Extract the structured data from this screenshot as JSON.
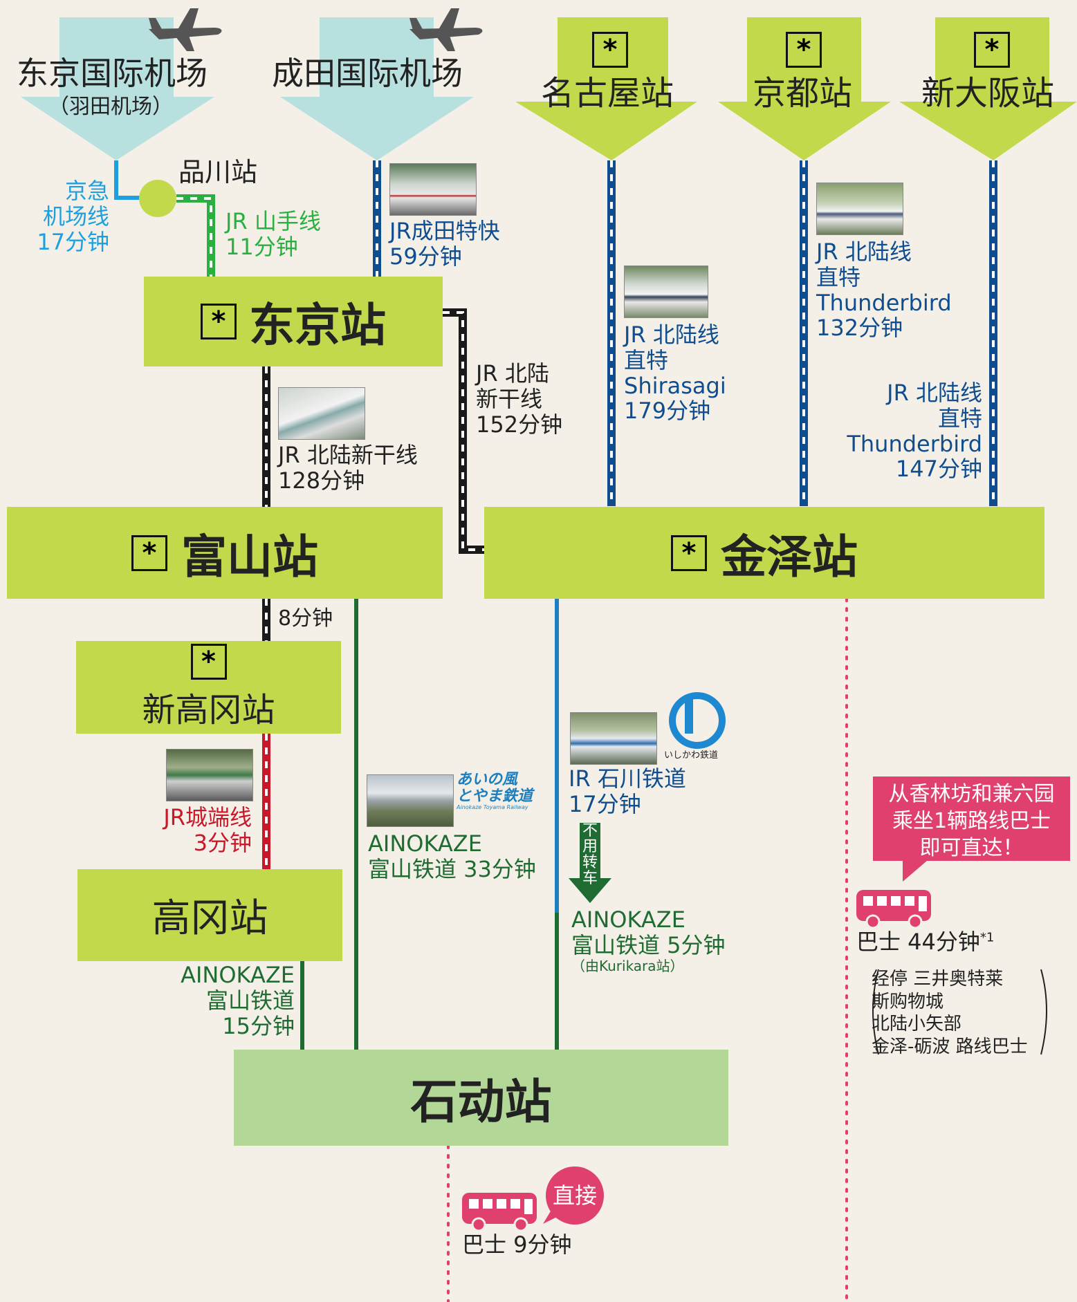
{
  "colors": {
    "background": "#f4f0e8",
    "station_green": "#c3d94c",
    "destination_green": "#b2d796",
    "airport_blue": "#b8e0df",
    "jr_blue": "#0f4d8f",
    "keikyu_blue": "#1ea0e0",
    "yamanote_green": "#2ab040",
    "shinkansen_black": "#1a1a1a",
    "johana_red": "#c8182a",
    "ainokaze_green": "#1f6b32",
    "ir_blue": "#1e7fc0",
    "bus_pink": "#e0406e"
  },
  "icons": {
    "plane": "airplane-icon",
    "bus": "bus-icon",
    "station_mark": "asterisk-box-icon"
  },
  "origins": {
    "haneda": {
      "name": "东京国际机场",
      "sub": "（羽田机场）"
    },
    "narita": {
      "name": "成田国际机场"
    },
    "nagoya": {
      "name": "名古屋站"
    },
    "kyoto": {
      "name": "京都站"
    },
    "shin_osaka": {
      "name": "新大阪站"
    }
  },
  "star_mark": "*",
  "stations": {
    "shinagawa": "品川站",
    "tokyo": "东京站",
    "toyama": "富山站",
    "kanazawa": "金泽站",
    "shin_takaoka": "新高冈站",
    "takaoka": "高冈站",
    "isurugi": "石动站"
  },
  "routes": {
    "keikyu": [
      "京急",
      "机场线",
      "17分钟"
    ],
    "yamanote": [
      "JR 山手线",
      "11分钟"
    ],
    "narita_express": [
      "JR成田特快",
      "59分钟"
    ],
    "hokuriku_shinkansen_kanazawa": [
      "JR 北陆",
      "新干线",
      "152分钟"
    ],
    "hokuriku_shinkansen_toyama": [
      "JR 北陆新干线",
      "128分钟"
    ],
    "shirasagi": [
      "JR 北陆线",
      "直特",
      "Shirasagi",
      "179分钟"
    ],
    "thunderbird_kyoto": [
      "JR 北陆线",
      "直特",
      "Thunderbird",
      "132分钟"
    ],
    "thunderbird_osaka": [
      "JR 北陆线",
      "直特",
      "Thunderbird",
      "147分钟"
    ],
    "toyama_shintakaoka": "8分钟",
    "johana": [
      "JR城端线",
      "3分钟"
    ],
    "ainokaze_toyama": [
      "AINOKAZE",
      "富山铁道 33分钟"
    ],
    "ainokaze_takaoka": [
      "AINOKAZE",
      "富山铁道",
      "15分钟"
    ],
    "ir_ishikawa": [
      "IR 石川铁道",
      "17分钟"
    ],
    "no_transfer": "不用转车",
    "ainokaze_kurikara": [
      "AINOKAZE",
      "富山铁道 5分钟",
      "（由Kurikara站）"
    ]
  },
  "logos": {
    "ir_logo_text": "いしかわ鉄道",
    "ainokaze_logo_line1": "あいの風",
    "ainokaze_logo_line2": "とやま鉄道",
    "ainokaze_logo_sub": "Ainokaze Toyama Railway"
  },
  "bus": {
    "kanazawa_callout": [
      "从香林坊和兼六园",
      "乘坐1辆路线巴士",
      "即可直达！"
    ],
    "kanazawa_time": "巴士 44分钟",
    "kanazawa_note_mark": "*1",
    "kanazawa_via": [
      "经停 三井奥特莱",
      "斯购物城",
      "北陆小矢部",
      "金泽-砺波 路线巴士"
    ],
    "isurugi_time": "巴士 9分钟",
    "direct": "直接"
  }
}
